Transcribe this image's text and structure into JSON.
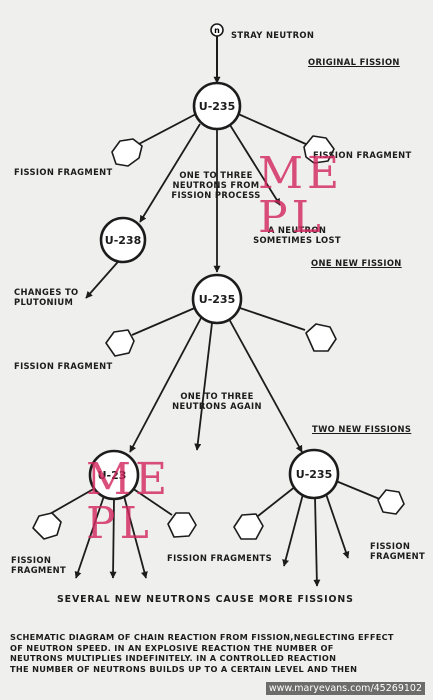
{
  "labels": {
    "neutron_symbol": "n",
    "stray_neutron": "STRAY NEUTRON",
    "original_fission": "ORIGINAL FISSION",
    "fission_fragment_left": "FISSION FRAGMENT",
    "fission_fragment_right": "FISSION FRAGMENT",
    "one_to_three": [
      "ONE TO THREE",
      "NEUTRONS FROM",
      "FISSION PROCESS"
    ],
    "neutron_lost": [
      "A NEUTRON",
      "SOMETIMES LOST"
    ],
    "one_new_fission": "ONE NEW FISSION",
    "changes_to_plutonium": [
      "CHANGES TO",
      "PLUTONIUM"
    ],
    "fission_fragment_mid": "FISSION FRAGMENT",
    "one_to_three_again": [
      "ONE TO THREE",
      "NEUTRONS AGAIN"
    ],
    "two_new_fissions": "TWO NEW FISSIONS",
    "fission_fragment_bl": [
      "FISSION",
      "FRAGMENT"
    ],
    "fission_fragments_center": "FISSION FRAGMENTS",
    "fission_fragment_br": [
      "FISSION",
      "FRAGMENT"
    ],
    "several_new": "SEVERAL NEW NEUTRONS CAUSE MORE FISSIONS"
  },
  "nodes": {
    "u235_top": "U-235",
    "u238": "U-238",
    "u235_mid": "U-235",
    "u235_bl": "U-23",
    "u235_br": "U-235"
  },
  "caption": [
    "SCHEMATIC DIAGRAM OF CHAIN REACTION FROM FISSION,NEGLECTING EFFECT",
    "OF NEUTRON SPEED.   IN AN EXPLOSIVE REACTION THE NUMBER OF",
    "NEUTRONS MULTIPLIES INDEFINITELY.   IN A CONTROLLED REACTION",
    "THE NUMBER OF NEUTRONS BUILDS UP TO A CERTAIN LEVEL AND THEN"
  ],
  "watermark": {
    "line1": "ME",
    "line2": "PL",
    "color": "#d2285f"
  },
  "credit": "www.maryevans.com/45269102",
  "colors": {
    "ink": "#1c1c1c",
    "paper": "#efefed"
  }
}
